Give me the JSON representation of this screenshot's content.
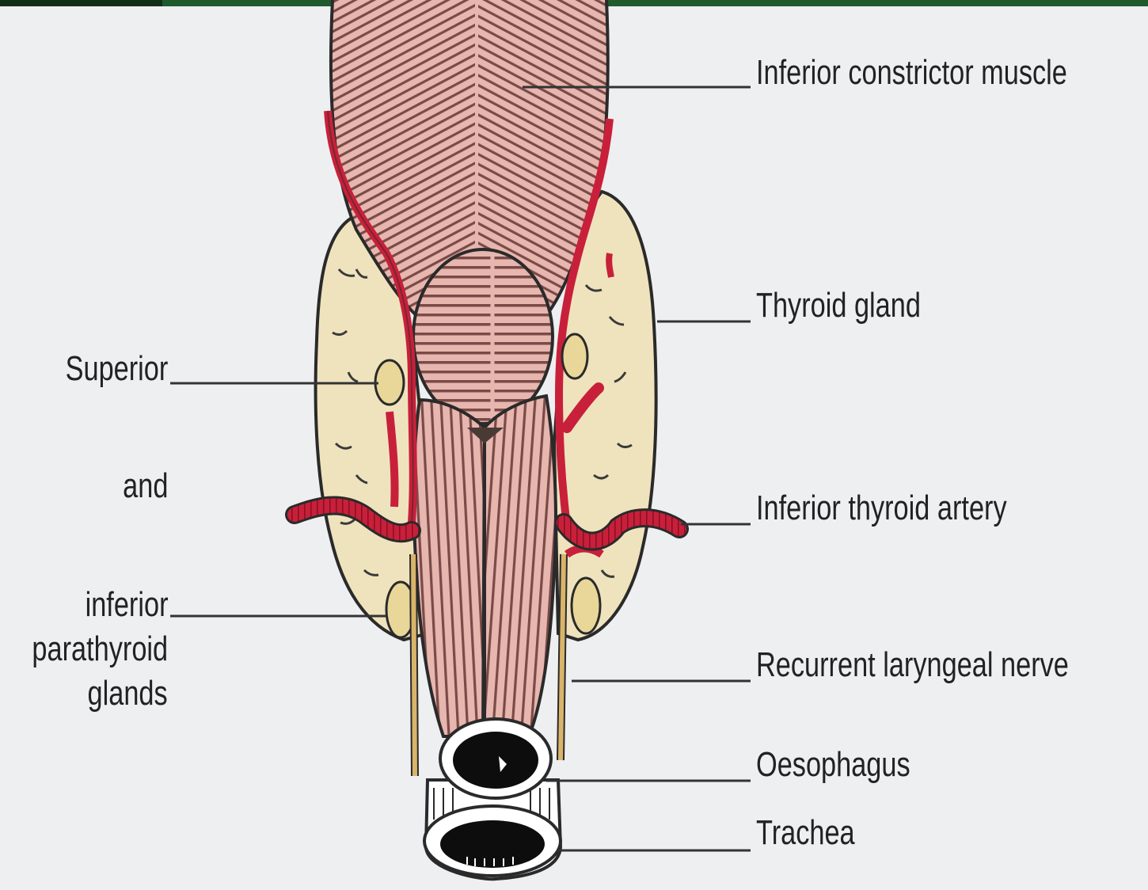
{
  "labels": {
    "right": {
      "inferior_constrictor": "Inferior constrictor muscle",
      "thyroid_gland": "Thyroid gland",
      "inferior_thyroid_artery": "Inferior thyroid artery",
      "recurrent_laryngeal_nerve": "Recurrent laryngeal nerve",
      "oesophagus": "Oesophagus",
      "trachea": "Trachea"
    },
    "left": {
      "superior": "Superior",
      "and": "and",
      "inferior": "inferior",
      "parathyroid": "parathyroid",
      "glands": "glands"
    }
  },
  "colors": {
    "background": "#eeeff1",
    "header_bar": "#1f5a2c",
    "muscle": "#e7b6ae",
    "muscle_stripe": "#7a4a48",
    "thyroid": "#efe3bd",
    "parathyroid": "#e9d79a",
    "artery": "#c8203a",
    "nerve": "#d9b46a",
    "leader_line": "#333333"
  }
}
